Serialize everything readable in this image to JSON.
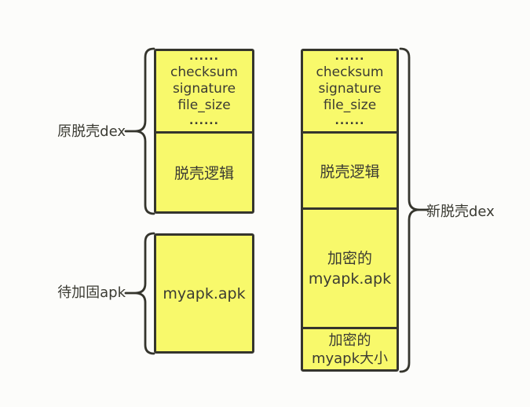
{
  "diagram_title": "apk packing dex structure diagram",
  "colors": {
    "box_fill": "#f8f96b",
    "stroke": "#35352d",
    "background": "#fcfcfa",
    "text": "#3b3b33"
  },
  "labels": {
    "original_dex": "原脱壳dex",
    "apk_to_pack": "待加固apk",
    "new_dex": "新脱壳dex"
  },
  "original_dex_box": {
    "header": [
      "......",
      "checksum",
      "signature",
      "file_size",
      "......"
    ],
    "unpack_logic": "脱壳逻辑"
  },
  "apk_box": {
    "content": "myapk.apk"
  },
  "new_dex_box": {
    "header": [
      "......",
      "checksum",
      "signature",
      "file_size",
      "......"
    ],
    "unpack_logic": "脱壳逻辑",
    "encrypted_apk": [
      "加密的",
      "myapk.apk"
    ],
    "encrypted_size": [
      "加密的",
      "myapk大小"
    ]
  }
}
